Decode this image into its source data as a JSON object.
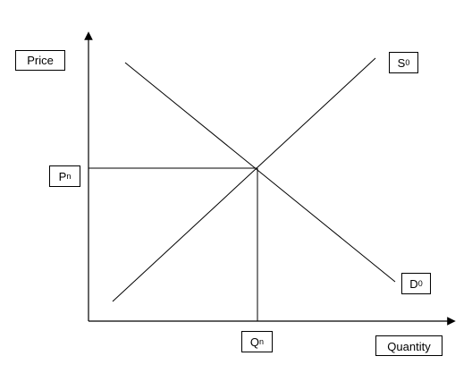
{
  "labels": {
    "price": "Price",
    "quantity": "Quantity",
    "supply": {
      "base": "S",
      "sub": "0"
    },
    "demand": {
      "base": "D",
      "sub": "0"
    },
    "equilibrium_price": {
      "base": "P",
      "sub": "n"
    },
    "equilibrium_quantity": {
      "base": "Q",
      "sub": "n"
    }
  },
  "colors": {
    "line": "#000000",
    "background": "#ffffff"
  }
}
